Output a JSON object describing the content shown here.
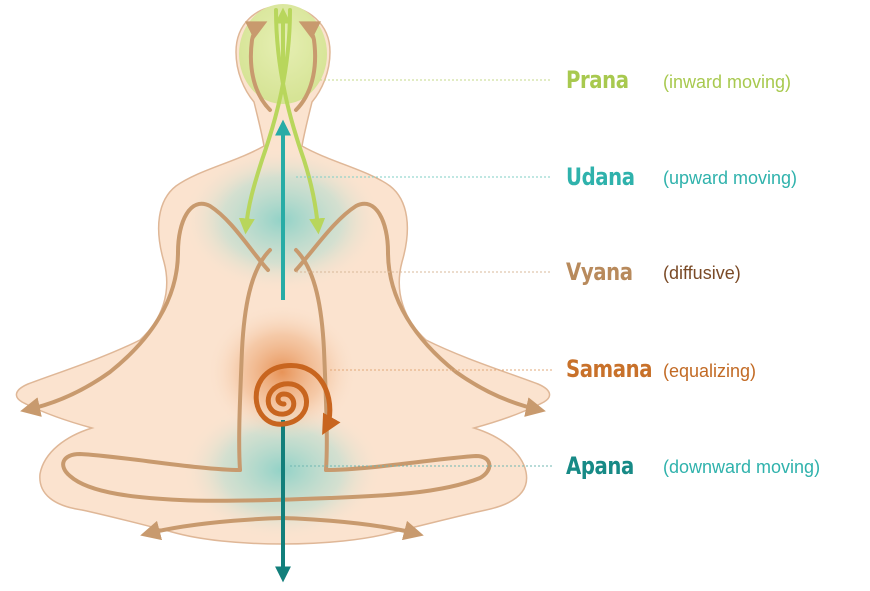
{
  "vayus": [
    {
      "name": "Prana",
      "desc": "(inward moving)",
      "color": "#a8c94f",
      "desc_color": "#a8c94f"
    },
    {
      "name": "Udana",
      "desc": "(upward moving)",
      "color": "#2fb2ac",
      "desc_color": "#2fb2ac"
    },
    {
      "name": "Vyana",
      "desc": "(diffusive)",
      "color": "#b88a5c",
      "desc_color": "#7a4a26"
    },
    {
      "name": "Samana",
      "desc": "(equalizing)",
      "color": "#c8712a",
      "desc_color": "#c26a24"
    },
    {
      "name": "Apana",
      "desc": "(downward moving)",
      "color": "#178a86",
      "desc_color": "#2fb2ac"
    }
  ],
  "colors": {
    "body_fill": "#fbe3cf",
    "body_outline": "#dfb797",
    "vyana_flow": "#c89a6e",
    "prana": "#b8d65c",
    "udana": "#27aca6",
    "samana": "#c8651f",
    "apana": "#127f7b"
  }
}
